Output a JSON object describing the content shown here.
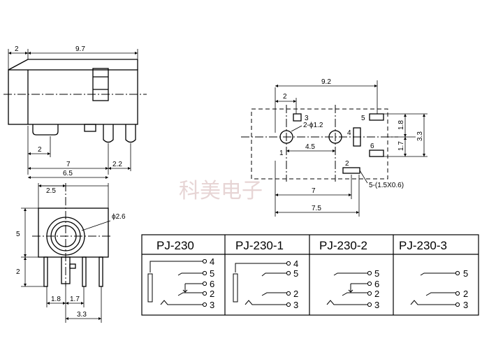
{
  "side_view": {
    "dim_total": "9.7",
    "dim_front": "2",
    "dim_pin_gap": "2",
    "dim_7": "7",
    "dim_2_2": "2.2",
    "dim_6_5": "6.5"
  },
  "front_view": {
    "dim_2_5": "2.5",
    "dim_hole": "ϕ2.6",
    "dim_5": "5",
    "dim_2": "2",
    "dim_1_8": "1.8",
    "dim_1_7": "1.7",
    "dim_3_3": "3.3"
  },
  "pcb_layout": {
    "dim_9_2": "9.2",
    "dim_2": "2",
    "dim_4_5": "4.5",
    "dim_7": "7",
    "dim_7_5": "7.5",
    "dim_1_8": "1.8",
    "dim_1_7": "1.7",
    "dim_3_3": "3.3",
    "hole_label": "2-ϕ1.2",
    "pad_label": "5-(1.5X0.6)",
    "pad_numbers": [
      "1",
      "2",
      "3",
      "4",
      "5",
      "6"
    ]
  },
  "watermark": "科美电子",
  "table": {
    "models": [
      "PJ-230",
      "PJ-230-1",
      "PJ-230-2",
      "PJ-230-3"
    ],
    "pins": [
      [
        "4",
        "5",
        "6",
        "2",
        "3"
      ],
      [
        "4",
        "5",
        "2",
        "3"
      ],
      [
        "5",
        "6",
        "2",
        "3"
      ],
      [
        "5",
        "2",
        "3"
      ]
    ]
  }
}
